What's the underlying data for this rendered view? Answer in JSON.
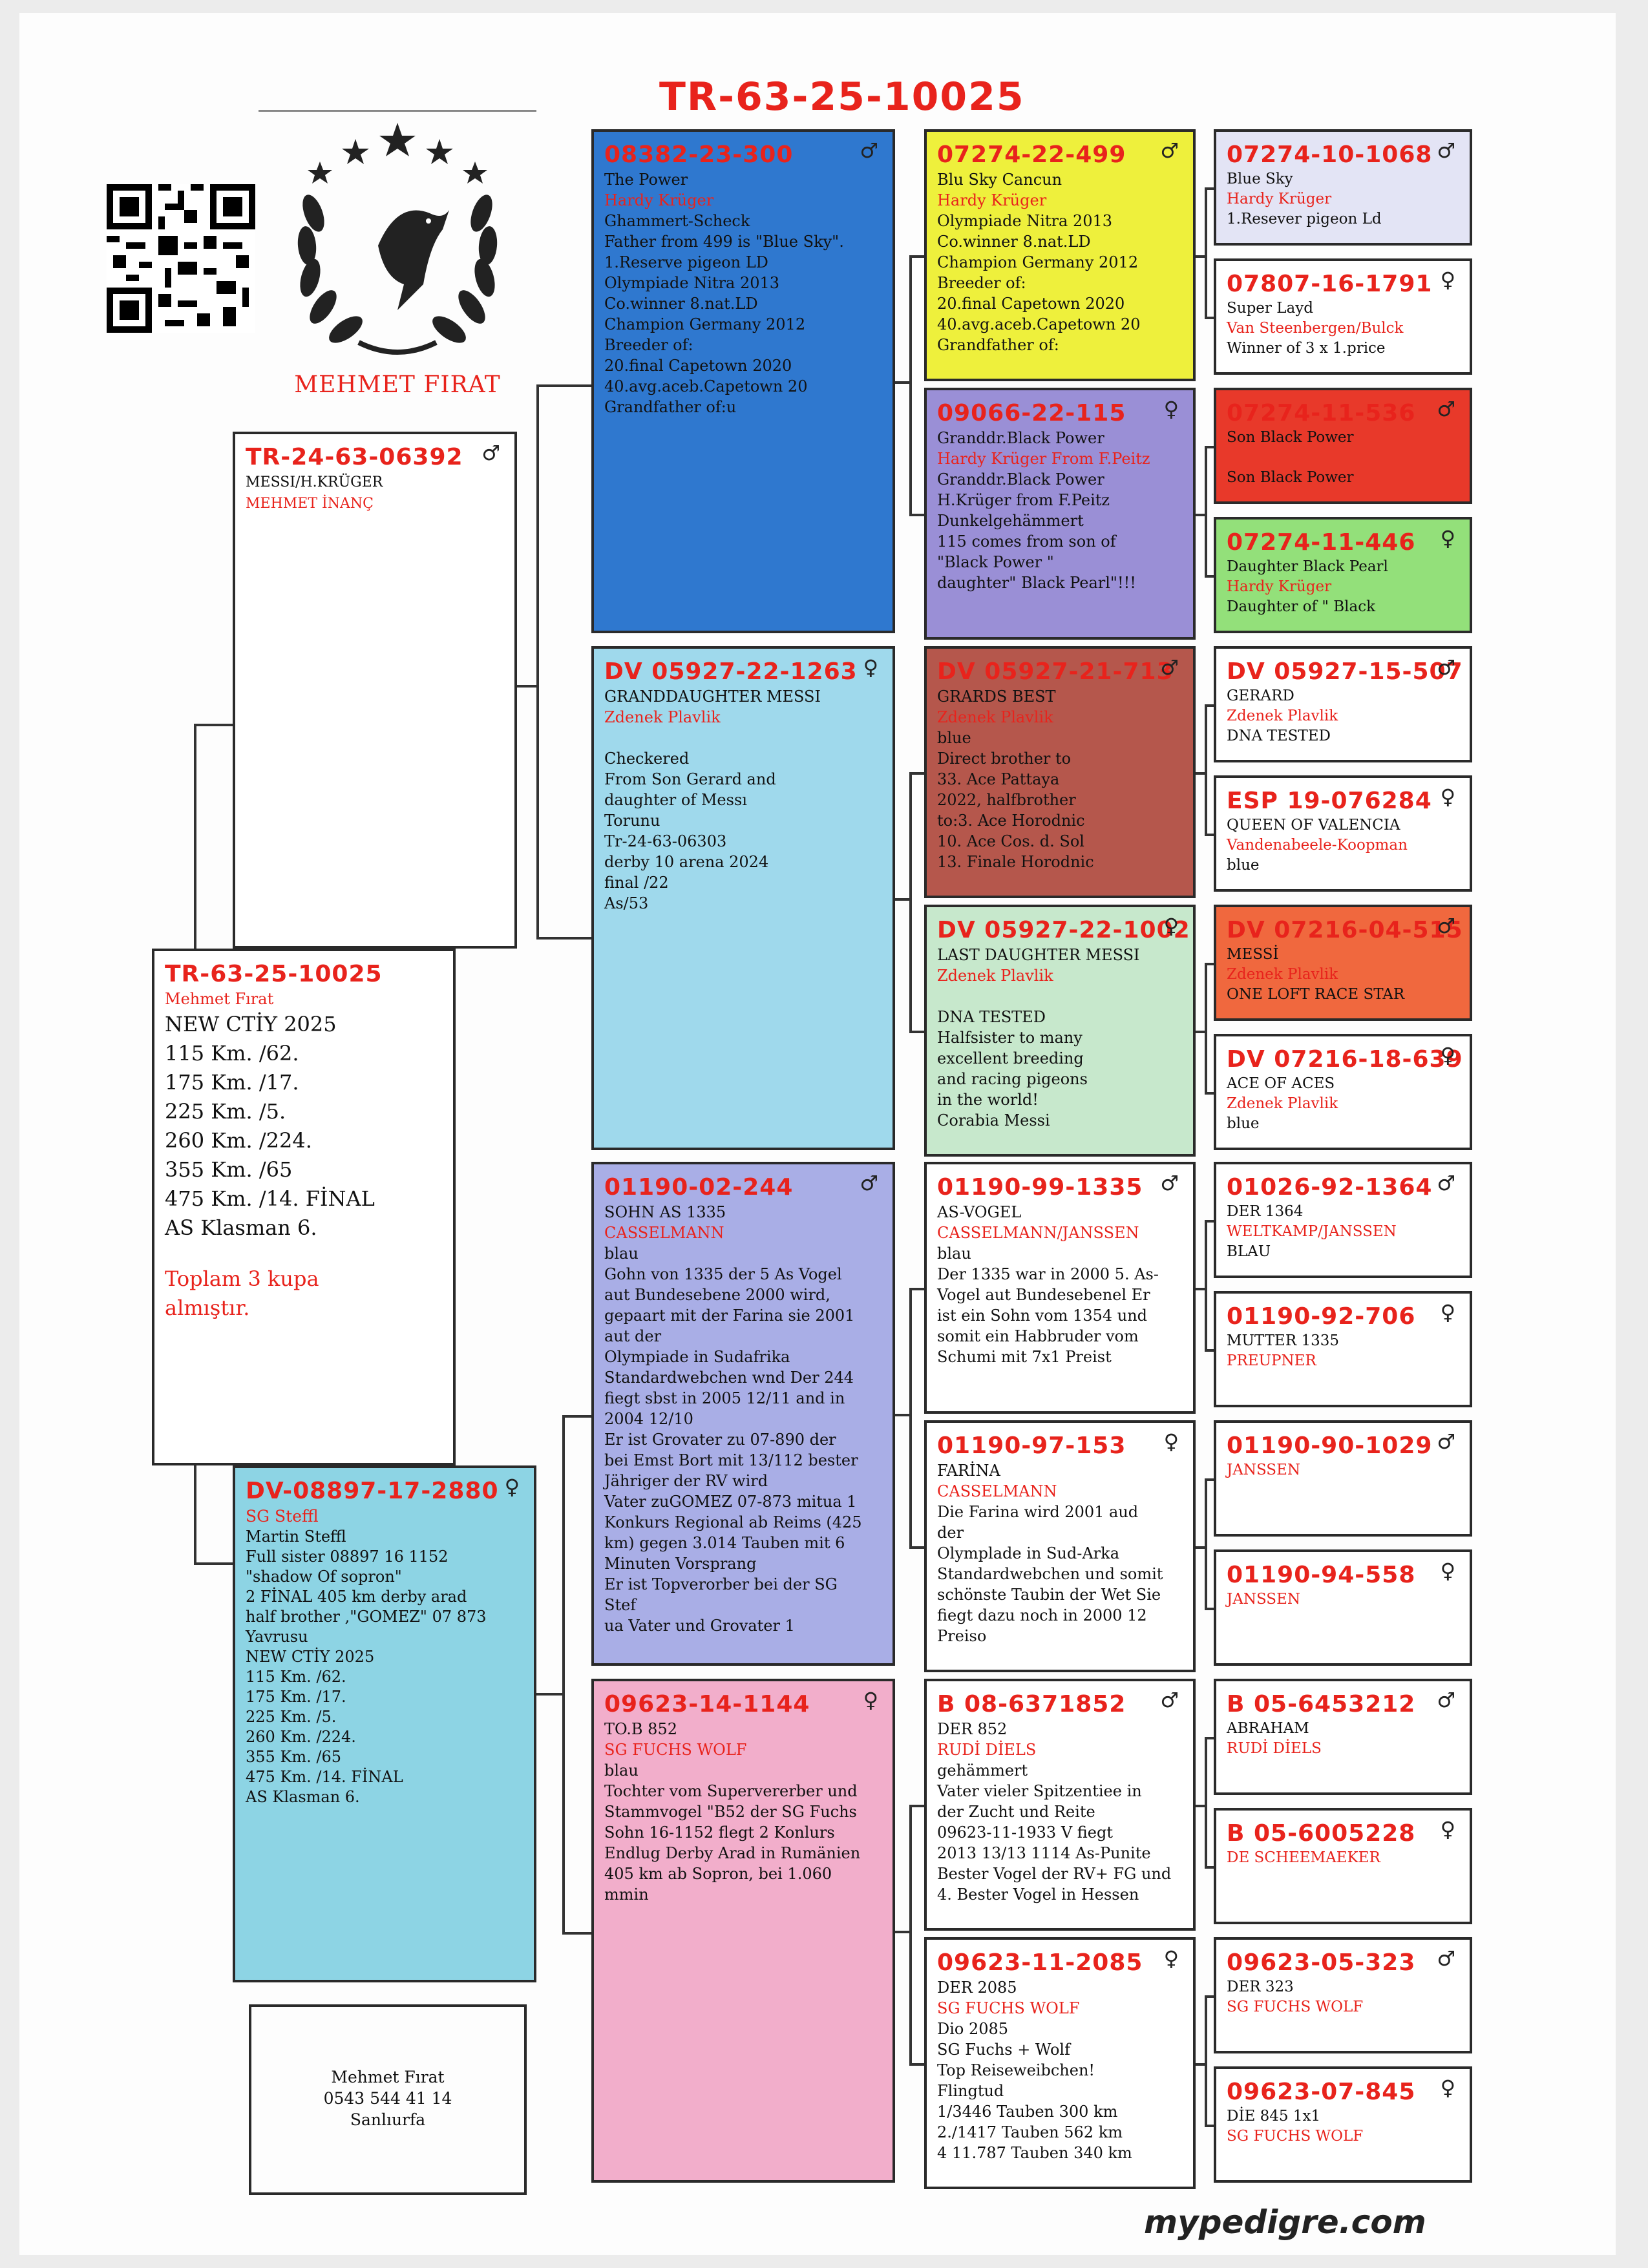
{
  "title": "TR-63-25-10025",
  "footer": "mypedigre.com",
  "logo": {
    "text": "MEHMET FIRAT"
  },
  "contact": {
    "name": "Mehmet Fırat",
    "phone": "0543 544 41 14",
    "city": "Sanlıurfa"
  },
  "main": {
    "id": "TR-63-25-10025",
    "breeder": "Mehmet Fırat",
    "lines": [
      "NEW CTİY 2025",
      "115 Km. /62.",
      "175 Km. /17.",
      "225 Km. /5.",
      "260 Km. /224.",
      "355 Km. /65",
      "475 Km. /14. FİNAL",
      "AS Klasman 6."
    ],
    "trophy": [
      "Toplam 3 kupa",
      "almıştır."
    ]
  },
  "sire": {
    "id": "TR-24-63-06392",
    "sex": "♂",
    "name": "MESSI/H.KRÜGER",
    "breeder": "MEHMET İNANÇ"
  },
  "dam": {
    "id": "DV-08897-17-2880",
    "sex": "♀",
    "breeder": "SG Steffl",
    "lines": [
      "Martin Steffl",
      "Full sister 08897 16 1152",
      "\"shadow Of sopron\"",
      "2 FİNAL 405 km derby arad",
      "half brother ,\"GOMEZ\" 07 873",
      "Yavrusu",
      "NEW CTİY 2025",
      "115 Km. /62.",
      "175 Km. /17.",
      "225 Km. /5.",
      "260 Km. /224.",
      "355 Km. /65",
      "475 Km. /14. FİNAL",
      "AS Klasman 6."
    ]
  },
  "g2": [
    {
      "id": "08382-23-300",
      "sex": "♂",
      "name": "The Power",
      "breeder": "Hardy Krüger",
      "lines": [
        "Ghammert-Scheck",
        "Father from 499 is \"Blue Sky\".",
        "1.Reserve pigeon LD",
        "Olympiade Nitra 2013",
        "Co.winner 8.nat.LD",
        "Champion Germany 2012",
        "Breeder of:",
        "20.final Capetown 2020",
        "40.avg.aceb.Capetown 20",
        "Grandfather of:u"
      ]
    },
    {
      "id": "DV 05927-22-1263",
      "sex": "♀",
      "name": "GRANDDAUGHTER MESSI",
      "breeder": "Zdenek Plavlik",
      "lines": [
        "",
        "Checkered",
        "From Son Gerard and",
        "daughter of Messı",
        "Torunu",
        "Tr-24-63-06303",
        "derby 10 arena 2024",
        "final /22",
        "As/53"
      ]
    },
    {
      "id": "01190-02-244",
      "sex": "♂",
      "name": "SOHN AS 1335",
      "breeder": "CASSELMANN",
      "lines": [
        "blau",
        "Gohn von 1335 der 5 As Vogel",
        "aut Bundesebene 2000 wird,",
        "gepaart mit der Farina sie 2001",
        "aut der",
        "Olympiade in Sudafrika",
        "Standardwebchen wnd Der 244",
        "fiegt sbst in 2005 12/11 and in",
        "2004 12/10",
        "Er ist Grovater zu 07-890 der",
        "bei Emst Bort mit 13/112 bester",
        "Jähriger der RV wird",
        "Vater zuGOMEZ 07-873 mitua 1",
        "Konkurs Regional ab Reims (425",
        "km) gegen 3.014 Tauben mit 6",
        "Minuten Vorsprang",
        "Er ist Topverorber bei der SG",
        "Stef",
        "ua Vater und Grovater 1"
      ]
    },
    {
      "id": "09623-14-1144",
      "sex": "♀",
      "name": "TO.B 852",
      "breeder": "SG FUCHS WOLF",
      "lines": [
        "blau",
        "Tochter vom Supervererber und",
        "Stammvogel \"B52 der SG Fuchs",
        "Sohn 16-1152 flegt 2 Konlurs",
        "Endlug Derby Arad in Rumänien",
        "405 km ab Sopron, bei 1.060",
        "mmin"
      ]
    }
  ],
  "g3": [
    {
      "id": "07274-22-499",
      "sex": "♂",
      "name": "Blu Sky Cancun",
      "breeder": "Hardy Krüger",
      "lines": [
        "Olympiade Nitra 2013",
        "Co.winner 8.nat.LD",
        "Champion Germany 2012",
        "Breeder of:",
        "20.final Capetown 2020",
        "40.avg.aceb.Capetown 20",
        "Grandfather of:"
      ]
    },
    {
      "id": "09066-22-115",
      "sex": "♀",
      "name": "Granddr.Black Power",
      "breeder": "Hardy Krüger From F.Peitz",
      "lines": [
        "Granddr.Black Power",
        "H.Krüger from F.Peitz",
        "Dunkelgehämmert",
        "115 comes from son of",
        "\"Black Power \"",
        "daughter\" Black Pearl\"!!!"
      ]
    },
    {
      "id": "DV 05927-21-713",
      "sex": "♂",
      "name": "GRARDS BEST",
      "breeder": "Zdenek Plavlik",
      "lines": [
        "blue",
        "Direct brother to",
        "33. Ace Pattaya",
        "2022, halfbrother",
        "to:3. Ace Horodnic",
        "10. Ace Cos. d. Sol",
        "13. Finale Horodnic"
      ]
    },
    {
      "id": "DV 05927-22-1002",
      "sex": "♀",
      "name": "LAST DAUGHTER MESSI",
      "breeder": "Zdenek Plavlik",
      "lines": [
        "",
        "DNA TESTED",
        "Halfsister to many",
        "excellent breeding",
        "and racing pigeons",
        "in the world!",
        "Corabia Messi"
      ]
    },
    {
      "id": "01190-99-1335",
      "sex": "♂",
      "name": "AS-VOGEL",
      "breeder": "CASSELMANN/JANSSEN",
      "lines": [
        "blau",
        "Der 1335 war in 2000 5. As-",
        "Vogel aut Bundesebenel Er",
        "ist ein Sohn vom 1354 und",
        "somit ein Habbruder vom",
        "Schumi mit 7x1 Preist"
      ]
    },
    {
      "id": "01190-97-153",
      "sex": "♀",
      "name": "FARİNA",
      "breeder": "CASSELMANN",
      "lines": [
        "Die Farina wird 2001 aud",
        "der",
        "Olymplade in Sud-Arka",
        "Standardwebchen und somit",
        "schönste Taubin der Wet Sie",
        "fiegt dazu noch in 2000 12",
        "Preiso"
      ]
    },
    {
      "id": "B 08-6371852",
      "sex": "♂",
      "name": "DER 852",
      "breeder": "RUDİ DİELS",
      "lines": [
        "gehämmert",
        "Vater vieler Spitzentiee in",
        "der Zucht und Reite",
        "09623-11-1933 V fiegt",
        "2013 13/13 1114 As-Punite",
        "Bester Vogel der RV+ FG und",
        "4. Bester Vogel in Hessen"
      ]
    },
    {
      "id": "09623-11-2085",
      "sex": "♀",
      "name": "DER 2085",
      "breeder": "SG FUCHS WOLF",
      "lines": [
        "Dio 2085",
        "SG Fuchs + Wolf",
        "Top Reiseweibchen!",
        "Flingtud",
        "1/3446 Tauben 300 km",
        "2./1417 Tauben 562 km",
        "4 11.787 Tauben 340 km"
      ]
    }
  ],
  "g4": [
    {
      "id": "07274-10-1068",
      "sex": "♂",
      "name": "Blue Sky",
      "breeder": "Hardy Krüger",
      "lines": [
        "1.Resever pigeon Ld"
      ]
    },
    {
      "id": "07807-16-1791",
      "sex": "♀",
      "name": "Super Layd",
      "breeder": "Van Steenbergen/Bulck",
      "lines": [
        "Winner of 3 x 1.price"
      ]
    },
    {
      "id": "07274-11-536",
      "sex": "♂",
      "name": "Son Black Power",
      "breeder": "",
      "lines": [
        "",
        "Son Black Power"
      ]
    },
    {
      "id": "07274-11-446",
      "sex": "♀",
      "name": "Daughter Black Pearl",
      "breeder": "Hardy Krüger",
      "lines": [
        "Daughter of \" Black"
      ]
    },
    {
      "id": "DV 05927-15-507",
      "sex": "♂",
      "name": "GERARD",
      "breeder": "Zdenek Plavlik",
      "lines": [
        "DNA TESTED"
      ]
    },
    {
      "id": "ESP 19-076284",
      "sex": "♀",
      "name": "QUEEN OF VALENCIA",
      "breeder": "Vandenabeele-Koopman",
      "lines": [
        "blue"
      ]
    },
    {
      "id": "DV 07216-04-515",
      "sex": "♂",
      "name": "MESSİ",
      "breeder": "Zdenek Plavlik",
      "lines": [
        "ONE LOFT RACE STAR"
      ]
    },
    {
      "id": "DV 07216-18-639",
      "sex": "♀",
      "name": "ACE OF ACES",
      "breeder": "Zdenek Plavlik",
      "lines": [
        "blue"
      ]
    },
    {
      "id": "01026-92-1364",
      "sex": "♂",
      "name": "DER 1364",
      "breeder": "WELTKAMP/JANSSEN",
      "lines": [
        "BLAU"
      ]
    },
    {
      "id": "01190-92-706",
      "sex": "♀",
      "name": "MUTTER 1335",
      "breeder": "PREUPNER",
      "lines": []
    },
    {
      "id": "01190-90-1029",
      "sex": "♂",
      "name": "",
      "breeder": "JANSSEN",
      "lines": []
    },
    {
      "id": "01190-94-558",
      "sex": "♀",
      "name": "",
      "breeder": "JANSSEN",
      "lines": []
    },
    {
      "id": "B 05-6453212",
      "sex": "♂",
      "name": "ABRAHAM",
      "breeder": "RUDİ DİELS",
      "lines": []
    },
    {
      "id": "B 05-6005228",
      "sex": "♀",
      "name": "",
      "breeder": "DE SCHEEMAEKER",
      "lines": []
    },
    {
      "id": "09623-05-323",
      "sex": "♂",
      "name": "DER 323",
      "breeder": "SG FUCHS WOLF",
      "lines": []
    },
    {
      "id": "09623-07-845",
      "sex": "♀",
      "name": "DİE 845 1x1",
      "breeder": "SG FUCHS WOLF",
      "lines": []
    }
  ],
  "colors": {
    "accent": "#e8231c",
    "g2": [
      "#2f78cf",
      "#9fd9ec",
      "#a9aee6",
      "#f2aecb"
    ],
    "g3": [
      "#eef03c",
      "#9a8fd6",
      "#b5574c",
      "#c7e8cc",
      "#ffffff",
      "#ffffff",
      "#ffffff",
      "#ffffff"
    ],
    "g4": [
      "#e3e4f5",
      "#ffffff",
      "#e8392a",
      "#93e07a",
      "#ffffff",
      "#ffffff",
      "#f0683e",
      "#ffffff",
      "#ffffff",
      "#ffffff",
      "#ffffff",
      "#ffffff",
      "#ffffff",
      "#ffffff",
      "#ffffff",
      "#ffffff"
    ],
    "sire": "#ffffff",
    "dam": "#8dd4e4",
    "main": "#ffffff"
  }
}
